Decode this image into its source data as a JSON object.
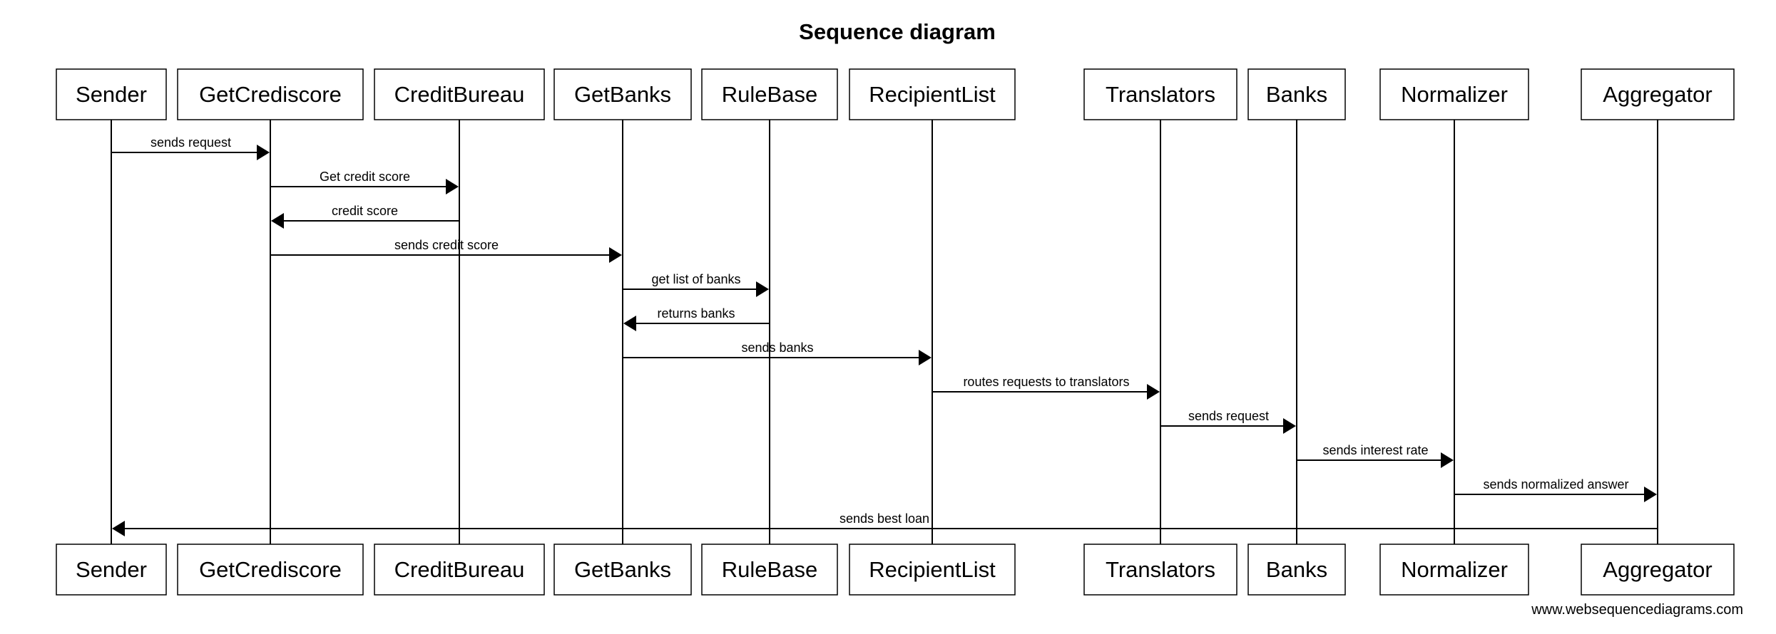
{
  "diagram": {
    "title": "Sequence diagram",
    "footer": "www.websequencediagrams.com",
    "participants": [
      "Sender",
      "GetCrediscore",
      "CreditBureau",
      "GetBanks",
      "RuleBase",
      "RecipientList",
      "Translators",
      "Banks",
      "Normalizer",
      "Aggregator"
    ],
    "messages": [
      {
        "from": "Sender",
        "to": "GetCrediscore",
        "label": "sends request"
      },
      {
        "from": "GetCrediscore",
        "to": "CreditBureau",
        "label": "Get credit score"
      },
      {
        "from": "CreditBureau",
        "to": "GetCrediscore",
        "label": "credit score"
      },
      {
        "from": "GetCrediscore",
        "to": "GetBanks",
        "label": "sends credit score"
      },
      {
        "from": "GetBanks",
        "to": "RuleBase",
        "label": "get list of banks"
      },
      {
        "from": "RuleBase",
        "to": "GetBanks",
        "label": "returns banks"
      },
      {
        "from": "GetBanks",
        "to": "RecipientList",
        "label": "sends banks"
      },
      {
        "from": "RecipientList",
        "to": "Translators",
        "label": "routes requests to translators"
      },
      {
        "from": "Translators",
        "to": "Banks",
        "label": "sends request"
      },
      {
        "from": "Banks",
        "to": "Normalizer",
        "label": "sends interest rate"
      },
      {
        "from": "Normalizer",
        "to": "Aggregator",
        "label": "sends normalized answer"
      },
      {
        "from": "Aggregator",
        "to": "Sender",
        "label": "sends best loan"
      }
    ]
  }
}
